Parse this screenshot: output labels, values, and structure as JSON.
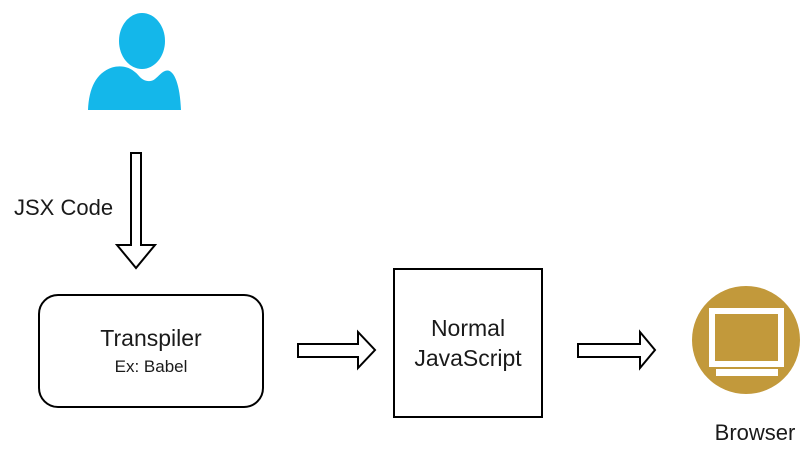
{
  "colors": {
    "person": "#14B7EA",
    "browser": "#C2993B",
    "monitor": "#FFFFFF",
    "stroke": "#000000"
  },
  "nodes": {
    "user": {
      "icon_name": "person-icon"
    },
    "jsx_arrow_label": "JSX Code",
    "transpiler": {
      "title": "Transpiler",
      "subtitle": "Ex: Babel"
    },
    "normal_js": {
      "line1": "Normal",
      "line2": "JavaScript"
    },
    "browser": {
      "label": "Browser",
      "icon_name": "monitor-icon"
    }
  },
  "flow": [
    "user",
    "jsx-code-down-arrow",
    "transpiler",
    "right-arrow",
    "normal-javascript",
    "right-arrow",
    "browser"
  ]
}
